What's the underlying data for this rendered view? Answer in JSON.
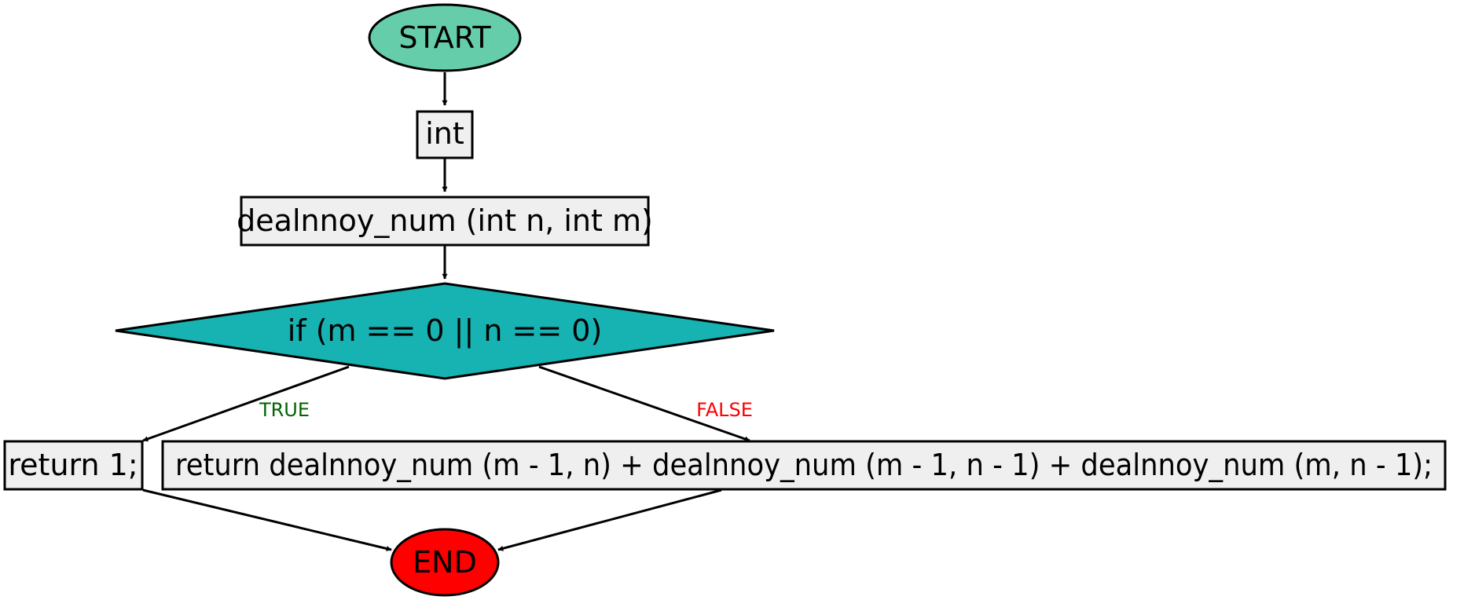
{
  "nodes": {
    "start": {
      "label": "START",
      "fill": "#66cdaa"
    },
    "int": {
      "label": "int",
      "fill": "#efefef"
    },
    "signature": {
      "label": "dealnnoy_num (int n, int m)",
      "fill": "#efefef"
    },
    "condition": {
      "label": "if (m == 0 || n == 0)",
      "fill": "#17b2b2"
    },
    "return_one": {
      "label": "return 1;",
      "fill": "#efefef"
    },
    "return_recursive": {
      "label": "return dealnnoy_num (m - 1, n) + dealnnoy_num (m - 1, n - 1) + dealnnoy_num (m, n - 1);",
      "fill": "#efefef"
    },
    "end": {
      "label": "END",
      "fill": "#ff0000"
    }
  },
  "edges": {
    "true_label": {
      "label": "TRUE",
      "color": "#006400"
    },
    "false_label": {
      "label": "FALSE",
      "color": "#ff0000"
    }
  }
}
